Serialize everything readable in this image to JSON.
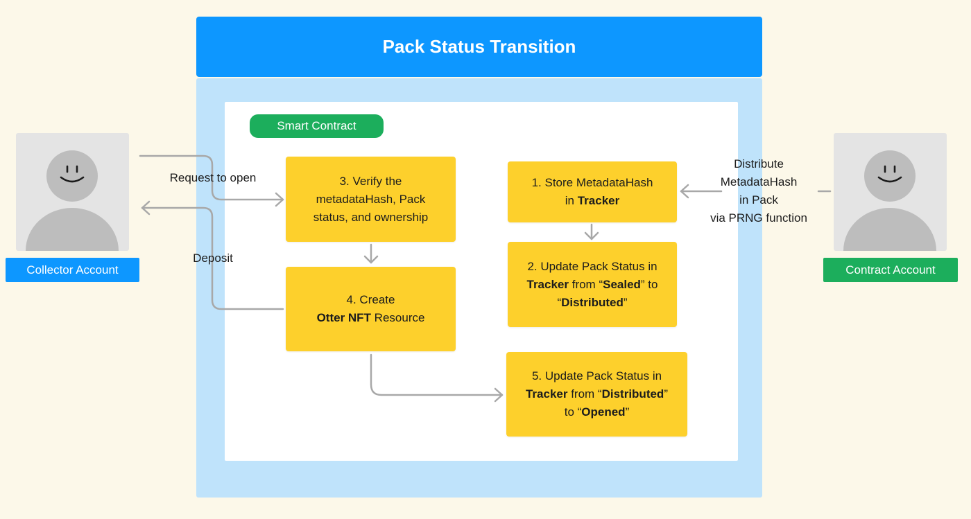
{
  "title": "Pack Status Transition",
  "smart_contract_label": "Smart Contract",
  "collector": {
    "label": "Collector Account",
    "color": "#0d97ff"
  },
  "contract_account": {
    "label": "Contract Account",
    "color": "#1cae5c"
  },
  "arrow_labels": {
    "request_to_open": "Request to open",
    "deposit": "Deposit",
    "distribute": [
      "Distribute",
      "MetadataHash",
      "in Pack",
      "via PRNG function"
    ]
  },
  "steps": {
    "step1": {
      "pre": "1. Store MetadataHash",
      "line2_pre": "in ",
      "line2_bold": "Tracker"
    },
    "step2": {
      "line1": "2. Update Pack Status in",
      "line2_bold1": "Tracker",
      "line2_mid": " from “",
      "line2_bold2": "Sealed",
      "line2_post": "” to",
      "line3_pre": "“",
      "line3_bold": "Distributed",
      "line3_post": "”"
    },
    "step3": {
      "line1": "3. Verify the",
      "line2": "metadataHash, Pack",
      "line3": "status, and ownership"
    },
    "step4": {
      "line1": "4. Create",
      "line2_bold": "Otter NFT",
      "line2_post": " Resource"
    },
    "step5": {
      "line1": "5. Update Pack Status in",
      "line2_bold1": "Tracker",
      "line2_mid": " from “",
      "line2_bold2": "Distributed",
      "line2_post": "”",
      "line3_pre": "to “",
      "line3_bold": "Opened",
      "line3_post": "”"
    }
  },
  "colors": {
    "background": "#fcf8e9",
    "header": "#0d97ff",
    "frame": "#bfe3fb",
    "step_box": "#fdd02c",
    "pill": "#1cae5c",
    "arrow": "#a8a8a8"
  }
}
